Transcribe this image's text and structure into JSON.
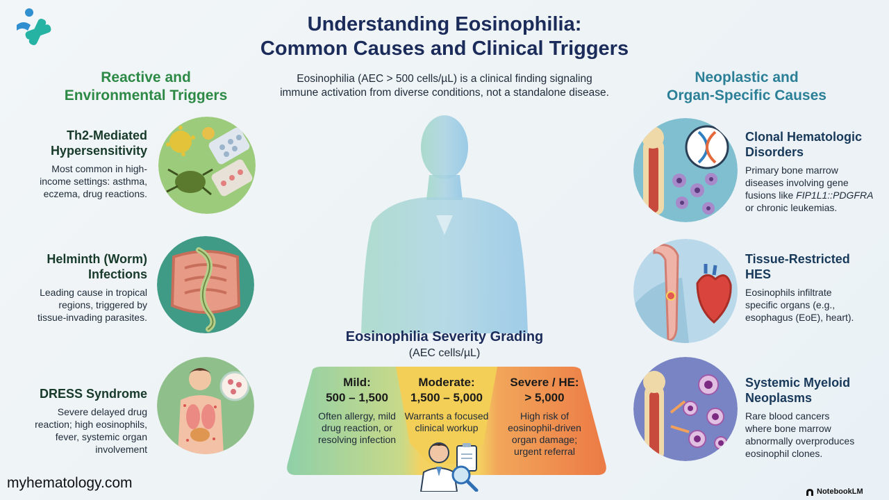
{
  "header": {
    "title_line1": "Understanding Eosinophilia:",
    "title_line2": "Common Causes and Clinical Triggers",
    "subtitle_line1": "Eosinophilia (AEC > 500 cells/µL) is a clinical finding signaling",
    "subtitle_line2": "immune activation from diverse conditions, not a standalone disease."
  },
  "left_column": {
    "heading_line1": "Reactive and",
    "heading_line2": "Environmental Triggers",
    "items": [
      {
        "title_line1": "Th2-Mediated",
        "title_line2": "Hypersensitivity",
        "desc_lines": [
          "Most common in high-",
          "income settings: asthma,",
          "eczema, drug reactions."
        ]
      },
      {
        "title_line1": "Helminth (Worm)",
        "title_line2": "Infections",
        "desc_lines": [
          "Leading cause in tropical",
          "regions, triggered by",
          "tissue-invading parasites."
        ]
      },
      {
        "title_line1": "DRESS Syndrome",
        "title_line2": "",
        "desc_lines": [
          "Severe delayed drug",
          "reaction; high eosinophils,",
          "fever, systemic organ",
          "involvement"
        ]
      }
    ]
  },
  "right_column": {
    "heading_line1": "Neoplastic and",
    "heading_line2": "Organ-Specific Causes",
    "items": [
      {
        "title_line1": "Clonal Hematologic",
        "title_line2": "Disorders",
        "desc_lines": [
          "Primary bone marrow",
          "diseases involving gene",
          "fusions like ",
          "or chronic leukemias."
        ],
        "desc_italic": "FIP1L1::PDGFRA"
      },
      {
        "title_line1": "Tissue-Restricted",
        "title_line2": "HES",
        "desc_lines": [
          "Eosinophils infiltrate",
          "specific organs (e.g.,",
          "esophagus (EoE), heart)."
        ]
      },
      {
        "title_line1": "Systemic Myeloid",
        "title_line2": "Neoplasms",
        "desc_lines": [
          "Rare blood cancers",
          "where bone marrow",
          "abnormally overproduces",
          "eosinophil clones."
        ]
      }
    ]
  },
  "severity": {
    "title": "Eosinophilia Severity Grading",
    "subtitle": "(AEC cells/µL)",
    "grades": [
      {
        "label": "Mild:",
        "range": "500 – 1,500",
        "desc_lines": [
          "Often allergy, mild",
          "drug reaction, or",
          "resolving infection"
        ],
        "color": "#7fc79a"
      },
      {
        "label": "Moderate:",
        "range": "1,500 – 5,000",
        "desc_lines": [
          "Warrants a focused",
          "clinical workup"
        ],
        "color": "#f4d261"
      },
      {
        "label": "Severe / HE:",
        "range": "> 5,000",
        "desc_lines": [
          "High risk of",
          "eosinophil-driven",
          "organ damage;",
          "urgent referral"
        ],
        "color": "#ef8a4a"
      }
    ]
  },
  "footer": {
    "site": "myhematology.com",
    "brand": "NotebookLM"
  },
  "colors": {
    "title": "#1b2b5a",
    "left_heading": "#2d8a46",
    "right_heading": "#2b7f96"
  }
}
